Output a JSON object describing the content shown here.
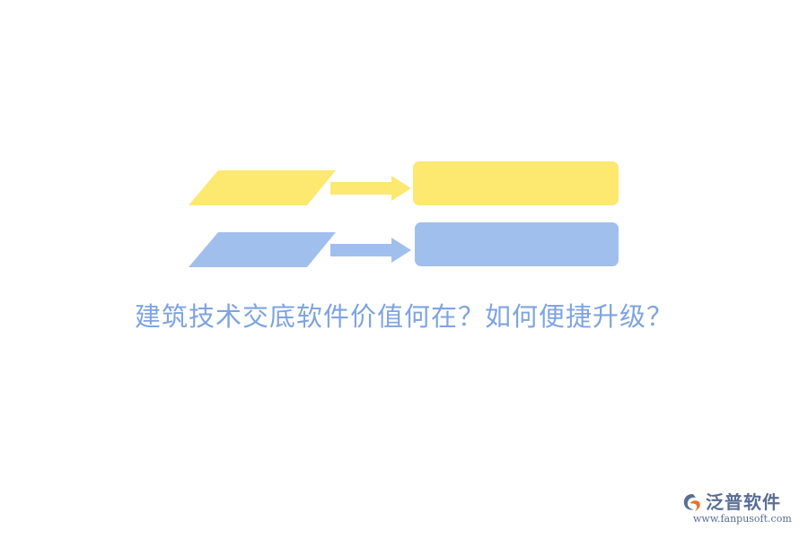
{
  "title": "建筑技术交底软件价值何在？如何便捷升级？",
  "logo": {
    "name": "泛普软件",
    "url": "www.fanpusoft.com"
  },
  "colors": {
    "yellow": "#fde870",
    "blue": "#a1bfed",
    "title_text": "#7fa4e0",
    "logo_text": "#5a6e93",
    "logo_accent": "#e8702a"
  }
}
